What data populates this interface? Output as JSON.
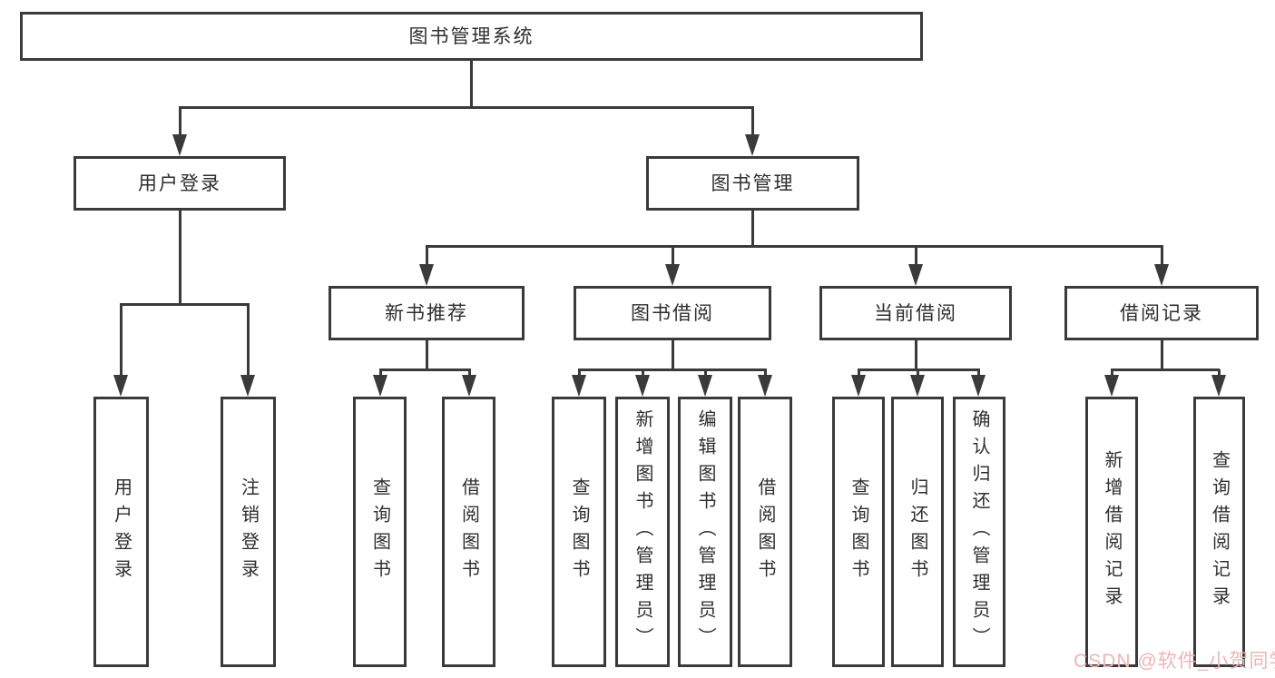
{
  "diagram_type": "hierarchy-tree",
  "tree": {
    "label": "图书管理系统",
    "children": [
      {
        "label": "用户登录",
        "children": [
          {
            "label": "用户登录"
          },
          {
            "label": "注销登录"
          }
        ]
      },
      {
        "label": "图书管理",
        "children": [
          {
            "label": "新书推荐",
            "children": [
              {
                "label": "查询图书"
              },
              {
                "label": "借阅图书"
              }
            ]
          },
          {
            "label": "图书借阅",
            "children": [
              {
                "label": "查询图书"
              },
              {
                "label": "新增图书（管理员）"
              },
              {
                "label": "编辑图书（管理员）"
              },
              {
                "label": "借阅图书"
              }
            ]
          },
          {
            "label": "当前借阅",
            "children": [
              {
                "label": "查询图书"
              },
              {
                "label": "归还图书"
              },
              {
                "label": "确认归还（管理员）"
              }
            ]
          },
          {
            "label": "借阅记录",
            "children": [
              {
                "label": "新增借阅记录"
              },
              {
                "label": "查询借阅记录"
              }
            ]
          }
        ]
      }
    ]
  },
  "watermark": {
    "text": "CSDN @软件_小贺同学",
    "color": "#eeb5b5"
  },
  "colors": {
    "line": "#3a3a3a",
    "text": "#2e2e2e",
    "background": "#ffffff"
  }
}
